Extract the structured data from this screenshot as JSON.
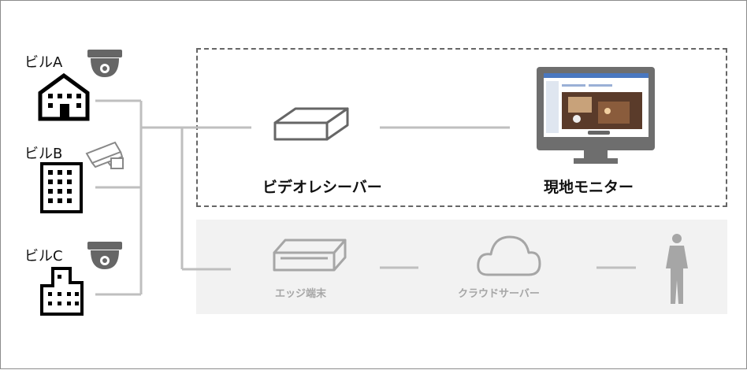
{
  "buildings": [
    {
      "label": "ビルA"
    },
    {
      "label": "ビルB"
    },
    {
      "label": "ビルC"
    }
  ],
  "main_flow": {
    "receiver_label": "ビデオレシーバー",
    "monitor_label": "現地モニター"
  },
  "alt_flow": {
    "edge_label": "エッジ端末",
    "cloud_label": "クラウドサーバー"
  },
  "colors": {
    "line": "#bfbfbf",
    "device_stroke": "#666666",
    "monitor_body": "#6e6e6e",
    "panel_bg": "#f2f2f2",
    "gray_text": "#a6a6a6"
  }
}
